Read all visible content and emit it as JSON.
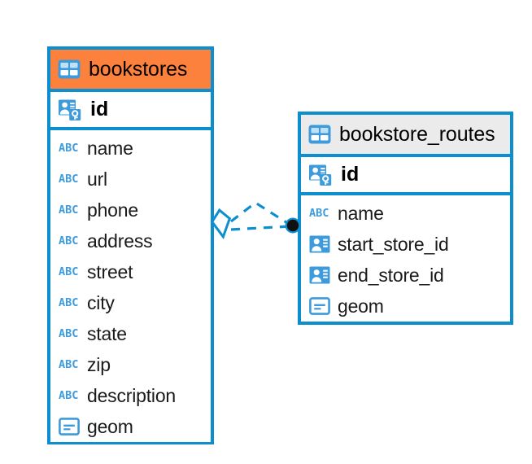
{
  "diagram": {
    "type": "entity-relationship-diagram",
    "background_color": "#ffffff",
    "accent_color": "#0d8ecf",
    "highlight_color": "#fb813d",
    "entities": [
      {
        "id": "bookstores",
        "name": "bookstores",
        "header_style": "highlighted",
        "header_color": "#fb813d",
        "table_icon": "table-icon",
        "primary_key": {
          "name": "id",
          "icon": "primary-key-icon"
        },
        "fields": [
          {
            "name": "name",
            "icon": "text-field-icon",
            "type_label": "ABC"
          },
          {
            "name": "url",
            "icon": "text-field-icon",
            "type_label": "ABC"
          },
          {
            "name": "phone",
            "icon": "text-field-icon",
            "type_label": "ABC"
          },
          {
            "name": "address",
            "icon": "text-field-icon",
            "type_label": "ABC"
          },
          {
            "name": "street",
            "icon": "text-field-icon",
            "type_label": "ABC"
          },
          {
            "name": "city",
            "icon": "text-field-icon",
            "type_label": "ABC"
          },
          {
            "name": "state",
            "icon": "text-field-icon",
            "type_label": "ABC"
          },
          {
            "name": "zip",
            "icon": "text-field-icon",
            "type_label": "ABC"
          },
          {
            "name": "description",
            "icon": "text-field-icon",
            "type_label": "ABC"
          },
          {
            "name": "geom",
            "icon": "geometry-field-icon",
            "type_label": ""
          }
        ]
      },
      {
        "id": "bookstore_routes",
        "name": "bookstore_routes",
        "header_style": "plain",
        "header_color": "#ebebeb",
        "table_icon": "table-icon",
        "primary_key": {
          "name": "id",
          "icon": "primary-key-icon"
        },
        "fields": [
          {
            "name": "name",
            "icon": "text-field-icon",
            "type_label": "ABC"
          },
          {
            "name": "start_store_id",
            "icon": "foreign-key-icon",
            "type_label": ""
          },
          {
            "name": "end_store_id",
            "icon": "foreign-key-icon",
            "type_label": ""
          },
          {
            "name": "geom",
            "icon": "geometry-field-icon",
            "type_label": ""
          }
        ]
      }
    ],
    "relationship": {
      "from_entity": "bookstores",
      "to_entity": "bookstore_routes",
      "line_style": "dashed",
      "line_color": "#0d8ecf",
      "source_marker": "diamond-outline",
      "target_marker": "filled-circle",
      "target_marker_color": "#101010",
      "branch_count": 2
    }
  }
}
